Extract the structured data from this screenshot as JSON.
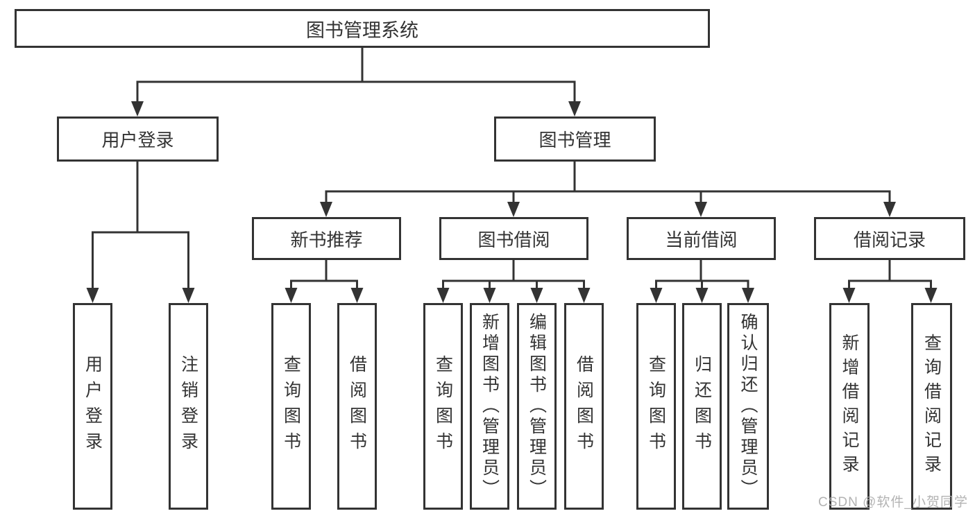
{
  "diagram": {
    "type": "hierarchy-tree",
    "root": {
      "label": "图书管理系统"
    },
    "level2": [
      {
        "label": "用户登录"
      },
      {
        "label": "图书管理"
      }
    ],
    "level3": [
      {
        "label": "新书推荐",
        "parent": "图书管理"
      },
      {
        "label": "图书借阅",
        "parent": "图书管理"
      },
      {
        "label": "当前借阅",
        "parent": "图书管理"
      },
      {
        "label": "借阅记录",
        "parent": "图书管理"
      }
    ],
    "leaves": [
      {
        "label": "用户登录",
        "parent": "用户登录"
      },
      {
        "label": "注销登录",
        "parent": "用户登录"
      },
      {
        "label": "查询图书",
        "parent": "新书推荐"
      },
      {
        "label": "借阅图书",
        "parent": "新书推荐"
      },
      {
        "label": "查询图书",
        "parent": "图书借阅"
      },
      {
        "label": "新增图书（管理员）",
        "parent": "图书借阅"
      },
      {
        "label": "编辑图书（管理员）",
        "parent": "图书借阅"
      },
      {
        "label": "借阅图书",
        "parent": "图书借阅"
      },
      {
        "label": "查询图书",
        "parent": "当前借阅"
      },
      {
        "label": "归还图书",
        "parent": "当前借阅"
      },
      {
        "label": "确认归还（管理员）",
        "parent": "当前借阅"
      },
      {
        "label": "新增借阅记录",
        "parent": "借阅记录"
      },
      {
        "label": "查询借阅记录",
        "parent": "借阅记录"
      }
    ],
    "watermark": "CSDN @软件_小贺同学",
    "colors": {
      "line": "#333333",
      "text": "#333333",
      "background": "#ffffff",
      "watermark": "#a8a8a8"
    }
  }
}
